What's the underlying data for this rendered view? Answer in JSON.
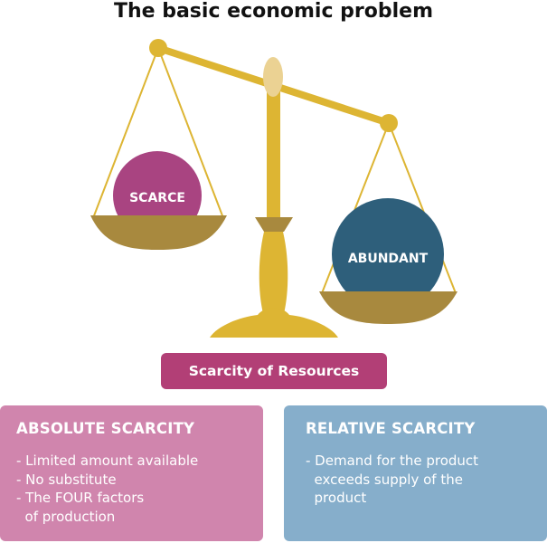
{
  "title": "The basic economic problem",
  "scale": {
    "left_label": "SCARCE",
    "right_label": "ABUNDANT"
  },
  "center_label": "Scarcity of Resources",
  "boxes": {
    "absolute": {
      "heading": "ABSOLUTE SCARCITY",
      "items": [
        "- Limited amount available",
        "- No substitute",
        "- The FOUR factors",
        "  of production"
      ]
    },
    "relative": {
      "heading": "RELATIVE SCARCITY",
      "items": [
        "- Demand for the product",
        "  exceeds supply of the",
        "  product"
      ]
    }
  },
  "colors": {
    "gold": "#DDB533",
    "gold_dark": "#A8893E",
    "gold_light": "#EBD293",
    "scarce_orb": "#A94481",
    "abundant_orb": "#2E5F7B",
    "pill": "#B23F76",
    "absolute_box": "#D085AD",
    "relative_box": "#86AECB"
  }
}
